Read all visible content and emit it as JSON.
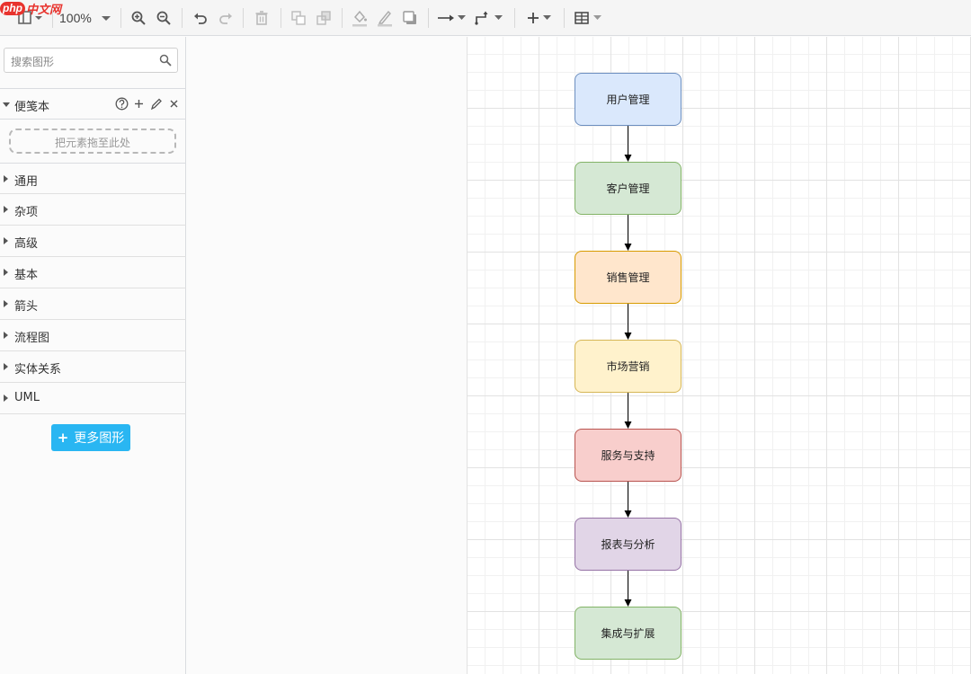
{
  "logo": {
    "brand": "php",
    "text": "中文网"
  },
  "toolbar": {
    "zoom": "100%",
    "icons": [
      "format-panel-icon",
      "zoom-in-icon",
      "zoom-out-icon",
      "undo-icon",
      "redo-icon",
      "delete-icon",
      "to-front-icon",
      "to-back-icon",
      "fill-color-icon",
      "line-color-icon",
      "shadow-icon",
      "connection-icon",
      "waypoints-icon",
      "insert-icon",
      "table-icon"
    ]
  },
  "sidebar": {
    "search_placeholder": "搜索图形",
    "scratchpad": {
      "label": "便笺本",
      "drop_hint": "把元素拖至此处"
    },
    "categories": [
      "通用",
      "杂项",
      "高级",
      "基本",
      "箭头",
      "流程图",
      "实体关系",
      "UML"
    ],
    "more_shapes": "更多图形"
  },
  "diagram": {
    "nodes": [
      {
        "label": "用户管理",
        "fill": "#dae8fc",
        "stroke": "#6c8ebf"
      },
      {
        "label": "客户管理",
        "fill": "#d5e8d4",
        "stroke": "#82b366"
      },
      {
        "label": "销售管理",
        "fill": "#ffe6cc",
        "stroke": "#d79b00"
      },
      {
        "label": "市场营销",
        "fill": "#fff2cc",
        "stroke": "#d6b656"
      },
      {
        "label": "服务与支持",
        "fill": "#f8cecc",
        "stroke": "#b85450"
      },
      {
        "label": "报表与分析",
        "fill": "#e1d5e7",
        "stroke": "#9673a6"
      },
      {
        "label": "集成与扩展",
        "fill": "#d5e8d4",
        "stroke": "#82b366"
      }
    ]
  }
}
